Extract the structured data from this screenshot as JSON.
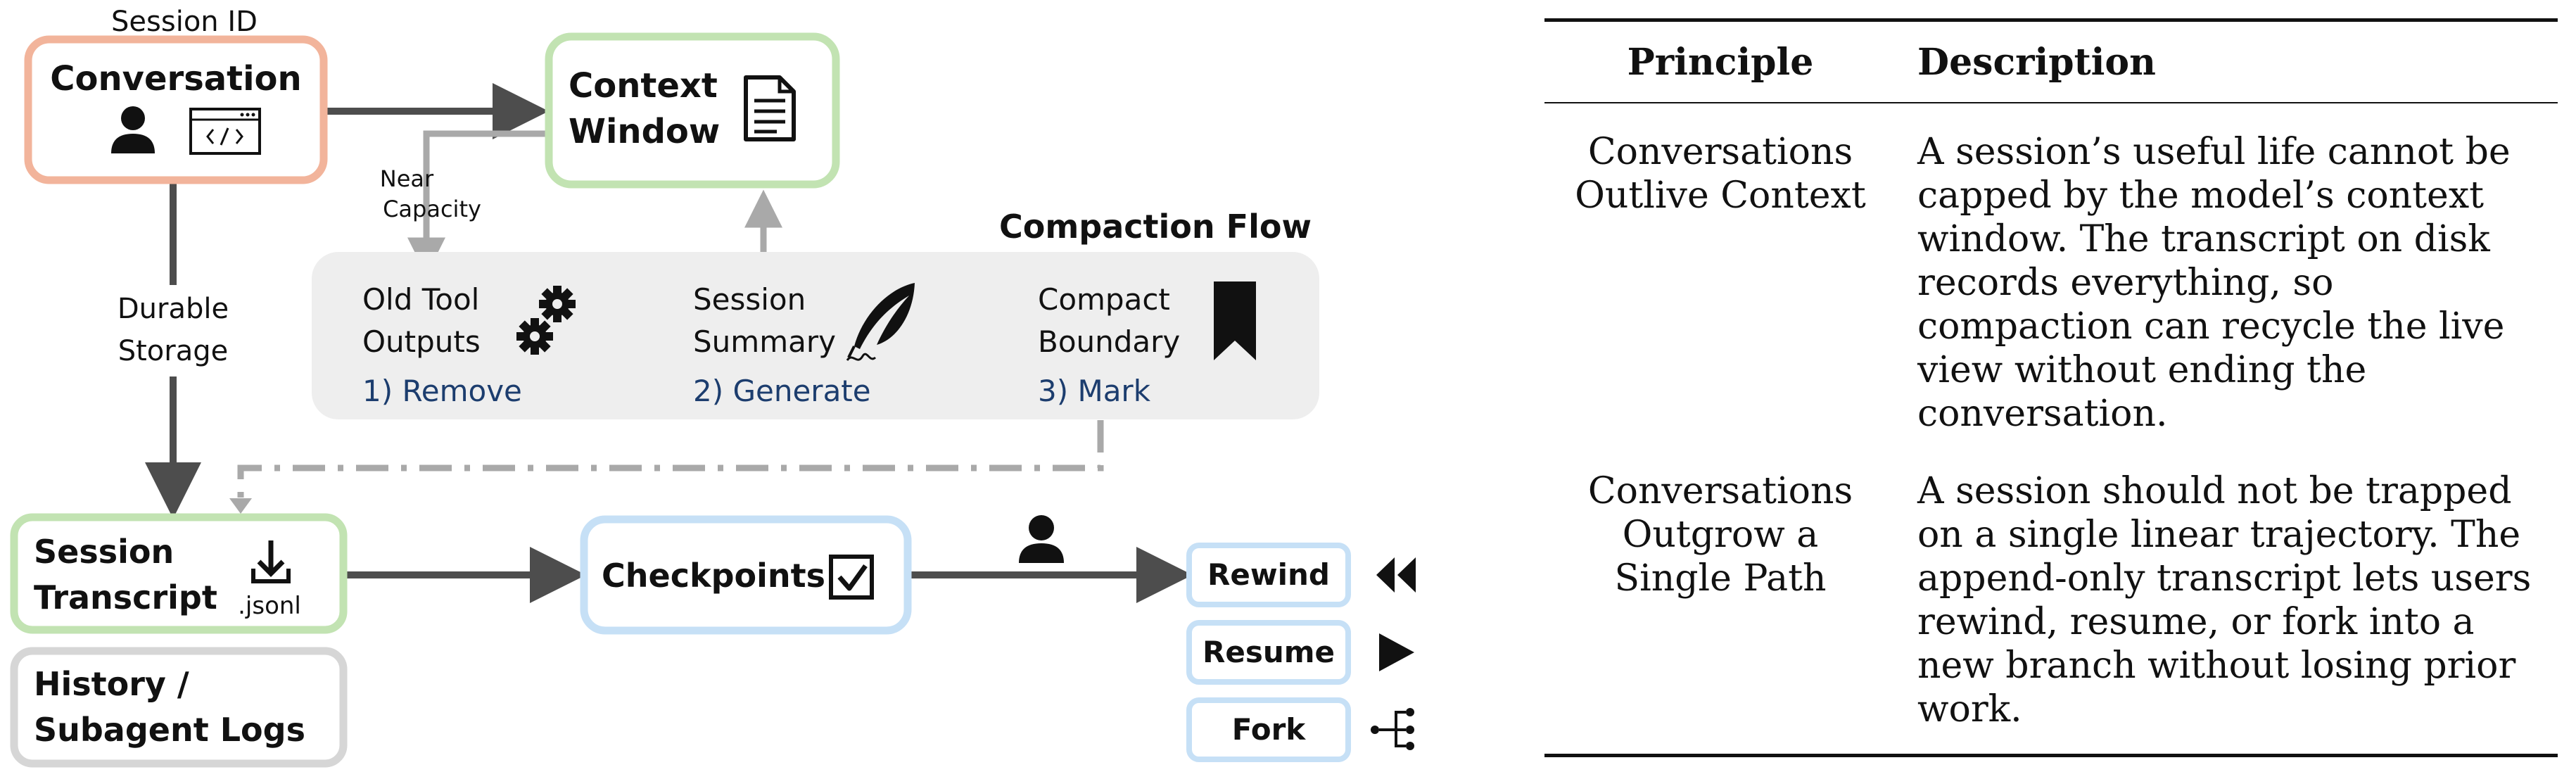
{
  "diagram": {
    "session_id_label": "Session ID",
    "conversation_label": "Conversation",
    "context_window_label": [
      "Context",
      "Window"
    ],
    "near_capacity_label": [
      "Near",
      "Capacity"
    ],
    "durable_storage_label": [
      "Durable",
      "Storage"
    ],
    "compaction_flow_title": "Compaction Flow",
    "compaction_steps": [
      {
        "lines": [
          "Old Tool",
          "Outputs"
        ],
        "step": "1) Remove",
        "icon": "gears-icon"
      },
      {
        "lines": [
          "Session",
          "Summary"
        ],
        "step": "2) Generate",
        "icon": "quill-icon"
      },
      {
        "lines": [
          "Compact",
          "Boundary"
        ],
        "step": "3) Mark",
        "icon": "bookmark-icon"
      }
    ],
    "session_transcript_label": [
      "Session",
      "Transcript"
    ],
    "jsonl_label": ".jsonl",
    "history_label": [
      "History /",
      "Subagent Logs"
    ],
    "checkpoints_label": "Checkpoints",
    "actions": [
      {
        "label": "Rewind",
        "icon": "rewind-icon"
      },
      {
        "label": "Resume",
        "icon": "play-icon"
      },
      {
        "label": "Fork",
        "icon": "fork-icon"
      }
    ],
    "colors": {
      "conversation_border": "#f2b49b",
      "context_border": "#c2e3b2",
      "transcript_border": "#c2e3b2",
      "history_border": "#d6d6d6",
      "checkpoint_border": "#c6e0f6",
      "compaction_bg": "#eeeeee",
      "arrow_dark": "#4d4d4d",
      "arrow_light": "#a9a9a9",
      "step_text": "#1c3d6e"
    }
  },
  "table": {
    "headers": {
      "principle": "Principle",
      "description": "Description"
    },
    "rows": [
      {
        "principle": [
          "Conversations",
          "Outlive Context"
        ],
        "description": [
          "A session’s useful life cannot be",
          "capped by the model’s context",
          "window. The transcript on disk",
          "records everything, so",
          "compaction can recycle the live",
          "view without ending the",
          "conversation."
        ]
      },
      {
        "principle": [
          "Conversations",
          "Outgrow a",
          "Single Path"
        ],
        "description": [
          "A session should not be trapped",
          "on a single linear trajectory. The",
          "append-only transcript lets users",
          "rewind, resume, or fork into a",
          "new branch without losing prior",
          "work."
        ]
      }
    ]
  }
}
